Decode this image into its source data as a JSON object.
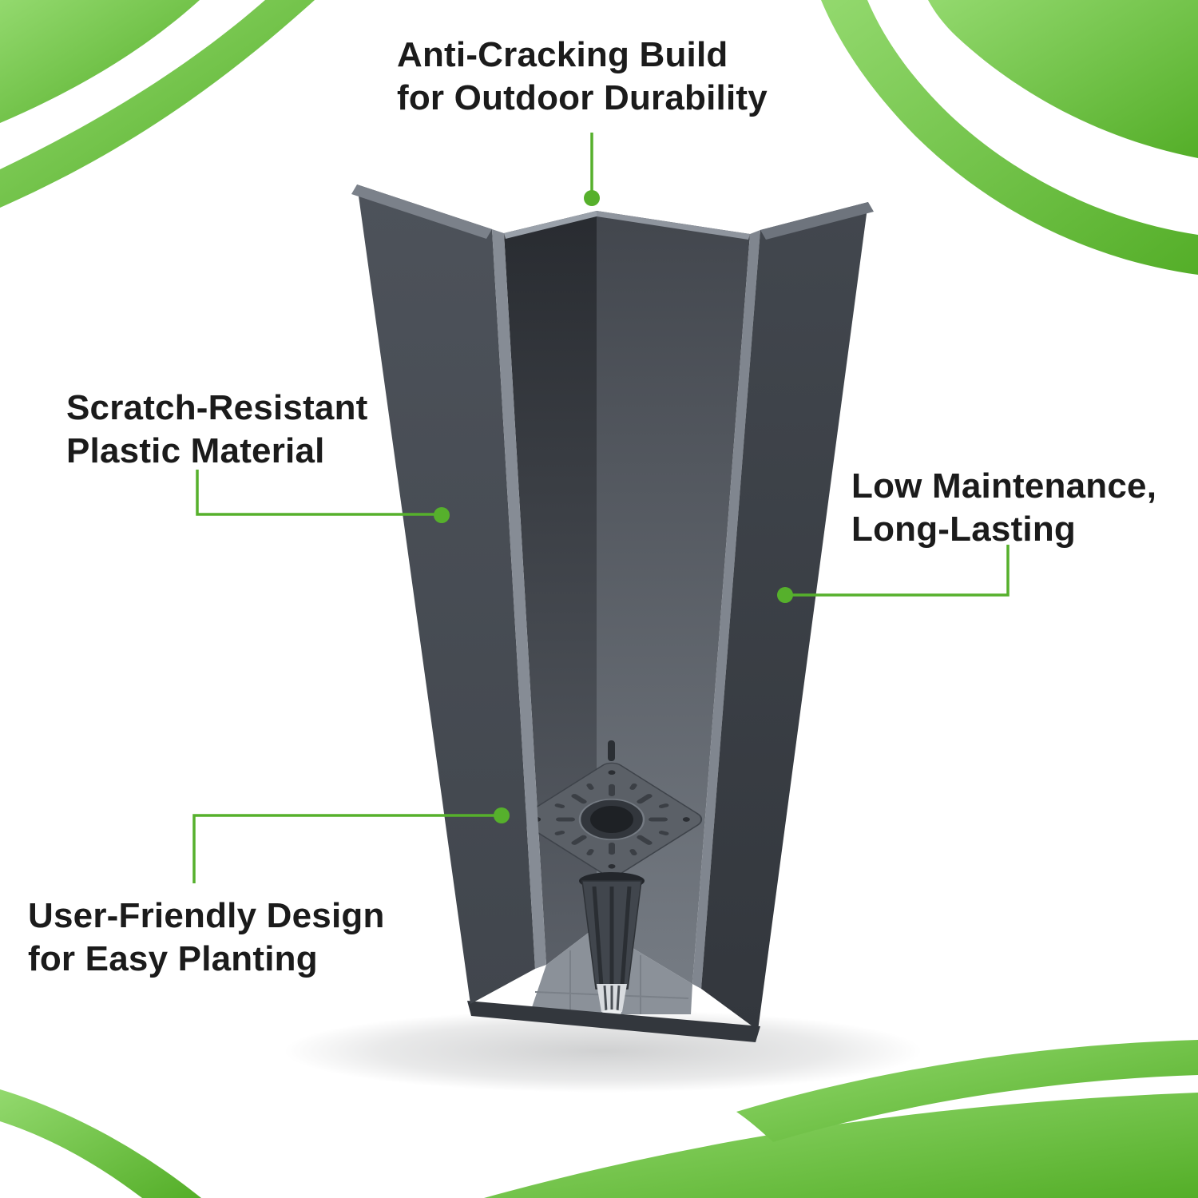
{
  "title": "Planter feature infographic",
  "colors": {
    "accent_green": "#56b02c",
    "green_light": "#93d96e",
    "green_dark": "#54ae28",
    "planter_dark": "#3f444b",
    "planter_edge_light": "#7b818a",
    "text": "#1b1b1b",
    "background": "#ffffff"
  },
  "callouts": [
    {
      "id": "anti-cracking",
      "lines": [
        "Anti-Cracking Build",
        "for Outdoor Durability"
      ]
    },
    {
      "id": "scratch-resistant",
      "lines": [
        "Scratch-Resistant",
        "Plastic Material"
      ]
    },
    {
      "id": "low-maintenance",
      "lines": [
        "Low Maintenance,",
        "Long-Lasting"
      ]
    },
    {
      "id": "user-friendly",
      "lines": [
        "User-Friendly Design",
        "for Easy Planting"
      ]
    }
  ]
}
